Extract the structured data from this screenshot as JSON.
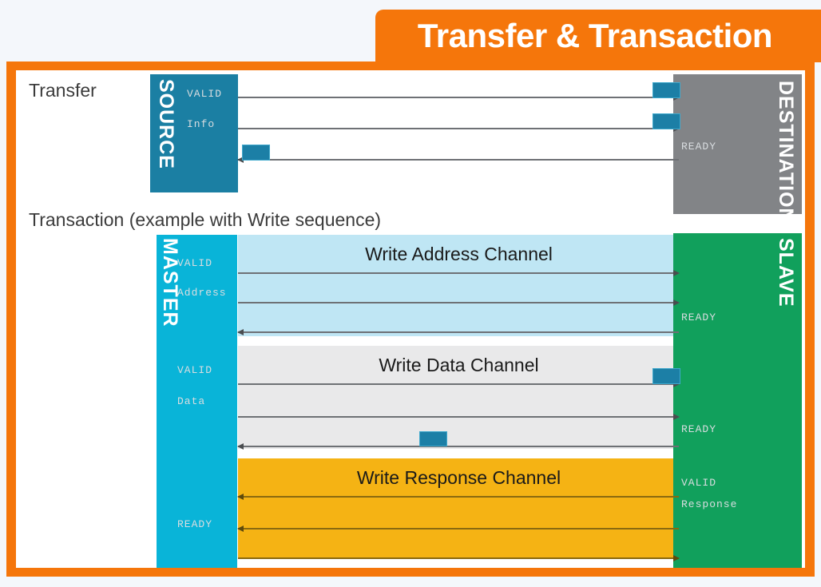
{
  "slide": {
    "title": "Transfer & Transaction",
    "background_color": "#f4f7fb",
    "accent_color": "#F5760B"
  },
  "sections": {
    "transfer": {
      "caption": "Transfer",
      "initiator": {
        "name": "SOURCE",
        "color": "#1B7FA3",
        "pins": [
          "VALID",
          "Info"
        ]
      },
      "responder": {
        "name": "DESTINATION",
        "color": "#828487",
        "pins": [
          "READY"
        ]
      },
      "signals": [
        {
          "label": "VALID",
          "direction": "right",
          "marker": "end"
        },
        {
          "label": "Info",
          "direction": "right",
          "marker": "end"
        },
        {
          "label": "READY",
          "direction": "left",
          "marker": "start"
        }
      ]
    },
    "transaction": {
      "caption": "Transaction (example with Write sequence)",
      "initiator": {
        "name": "MASTER",
        "color": "#09B4D8",
        "pins": [
          "VALID",
          "Address",
          "VALID",
          "Data",
          "READY"
        ]
      },
      "responder": {
        "name": "SLAVE",
        "color": "#11A05C",
        "pins": [
          "READY",
          "READY",
          "VALID",
          "Response"
        ]
      },
      "channels": [
        {
          "title": "Write Address Channel",
          "color": "#BFE6F4",
          "master_pins": [
            "VALID",
            "Address"
          ],
          "slave_pins": [
            "READY"
          ],
          "signals": [
            {
              "direction": "right",
              "marker": "none"
            },
            {
              "direction": "right",
              "marker": "none"
            },
            {
              "direction": "left",
              "marker": "none"
            }
          ]
        },
        {
          "title": "Write Data Channel",
          "color": "#E9E9EA",
          "master_pins": [
            "VALID",
            "Data"
          ],
          "slave_pins": [
            "READY"
          ],
          "signals": [
            {
              "direction": "right",
              "marker": "end"
            },
            {
              "direction": "right",
              "marker": "none"
            },
            {
              "direction": "left",
              "marker": "middle"
            }
          ]
        },
        {
          "title": "Write Response Channel",
          "color": "#F5B314",
          "master_pins": [
            "READY"
          ],
          "slave_pins": [
            "VALID",
            "Response"
          ],
          "signals": [
            {
              "direction": "left",
              "marker": "none"
            },
            {
              "direction": "left",
              "marker": "none"
            },
            {
              "direction": "right",
              "marker": "none"
            }
          ]
        }
      ]
    }
  }
}
